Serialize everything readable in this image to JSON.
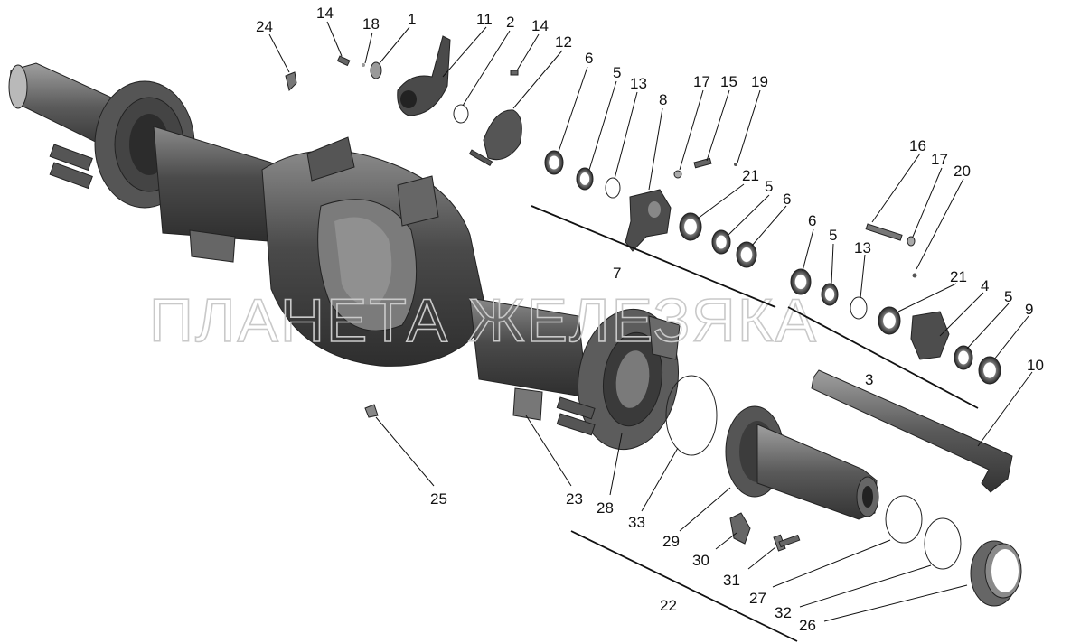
{
  "watermark": "ПЛАНЕТА ЖЕЛЕЗЯКА",
  "callouts": {
    "c24": "24",
    "c14a": "14",
    "c18": "18",
    "c1": "1",
    "c11": "11",
    "c2": "2",
    "c14b": "14",
    "c12": "12",
    "c6a": "6",
    "c5a": "5",
    "c13a": "13",
    "c8": "8",
    "c17a": "17",
    "c15": "15",
    "c19": "19",
    "c21a": "21",
    "c5b": "5",
    "c6b": "6",
    "c16": "16",
    "c17b": "17",
    "c20": "20",
    "c7": "7",
    "c6c": "6",
    "c5c": "5",
    "c13b": "13",
    "c21b": "21",
    "c4": "4",
    "c5d": "5",
    "c9": "9",
    "c3": "3",
    "c10": "10",
    "c25": "25",
    "c23": "23",
    "c28": "28",
    "c33": "33",
    "c29": "29",
    "c30": "30",
    "c31": "31",
    "c27": "27",
    "c32": "32",
    "c26": "26",
    "c22": "22"
  },
  "colors": {
    "metal_dark": "#3c3c3c",
    "metal_mid": "#6a6a6a",
    "metal_light": "#9a9a9a",
    "label": "#111111",
    "watermark": "#c9c9c9"
  }
}
